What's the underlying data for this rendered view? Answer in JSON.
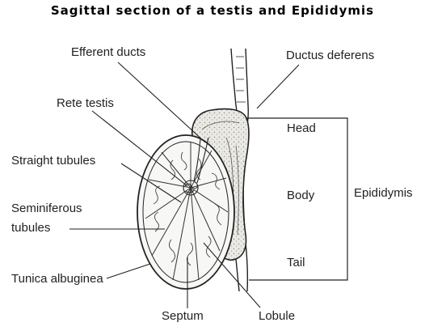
{
  "title": "Sagittal section of a testis and Epididymis",
  "labels": {
    "efferent_ducts": "Efferent ducts",
    "ductus_deferens": "Ductus deferens",
    "rete_testis": "Rete testis",
    "straight_tubules": "Straight tubules",
    "seminiferous_line1": "Seminiferous",
    "seminiferous_line2": "tubules",
    "tunica_albuginea": "Tunica albuginea",
    "septum": "Septum",
    "lobule": "Lobule",
    "head": "Head",
    "body": "Body",
    "tail": "Tail",
    "epididymis": "Epididymis"
  },
  "colors": {
    "line": "#222222",
    "epididymis_fill": "#e9e7e2"
  }
}
